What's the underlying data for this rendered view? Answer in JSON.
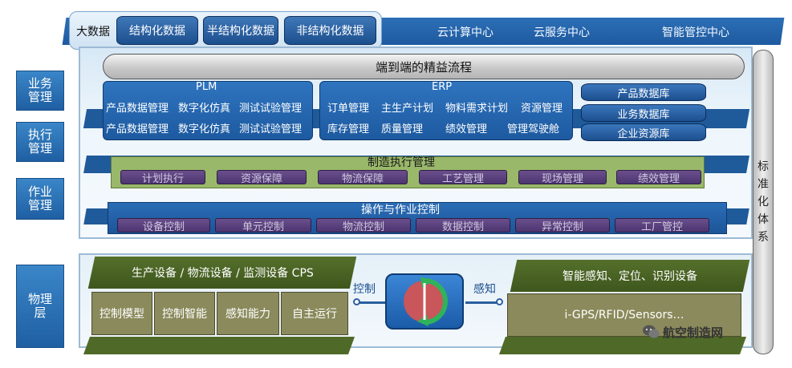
{
  "top": {
    "big_data": "大数据",
    "db_items": [
      "结构化数据",
      "半结构化数据",
      "非结构化数据"
    ],
    "centers": [
      "云计算中心",
      "云服务中心",
      "智能管控中心"
    ]
  },
  "left_labels": [
    "业务\n管理",
    "执行\n管理",
    "作业\n管理",
    "物理\n层"
  ],
  "pipe_label": "端到端的精益流程",
  "plm": {
    "title": "PLM",
    "row1": [
      "产品数据管理",
      "数字化仿真",
      "测试试验管理"
    ],
    "row2": [
      "产品数据管理",
      "数字化仿真",
      "测试试验管理"
    ]
  },
  "erp": {
    "title": "ERP",
    "row1": [
      "订单管理",
      "主生产计划",
      "物料需求计划",
      "资源管理"
    ],
    "row2": [
      "库存管理",
      "质量管理",
      "绩效管理",
      "管理驾驶舱"
    ]
  },
  "databases": [
    "产品数据库",
    "业务数据库",
    "企业资源库"
  ],
  "mes": {
    "title": "制造执行管理",
    "items": [
      "计划执行",
      "资源保障",
      "物流保障",
      "工艺管理",
      "现场管理",
      "绩效管理"
    ]
  },
  "ops": {
    "title": "操作与作业控制",
    "items": [
      "设备控制",
      "单元控制",
      "物流控制",
      "数据控制",
      "异常控制",
      "工厂管控"
    ]
  },
  "standard": "标准化体系",
  "physical": {
    "left_title": "生产设备 / 物流设备 / 监测设备 CPS",
    "left_cells": [
      "控制模型",
      "控制智能",
      "感知能力",
      "自主运行"
    ],
    "control_label": "控制",
    "sense_label": "感知",
    "right_title": "智能感知、定位、识别设备",
    "right_cell": "i-GPS/RFID/Sensors…"
  },
  "watermark": "航空制造网",
  "colors": {
    "primary_blue": "#1f5a9a",
    "olive": "#55702c",
    "purple": "#5a4078",
    "green_panel": "#9ab86a"
  }
}
